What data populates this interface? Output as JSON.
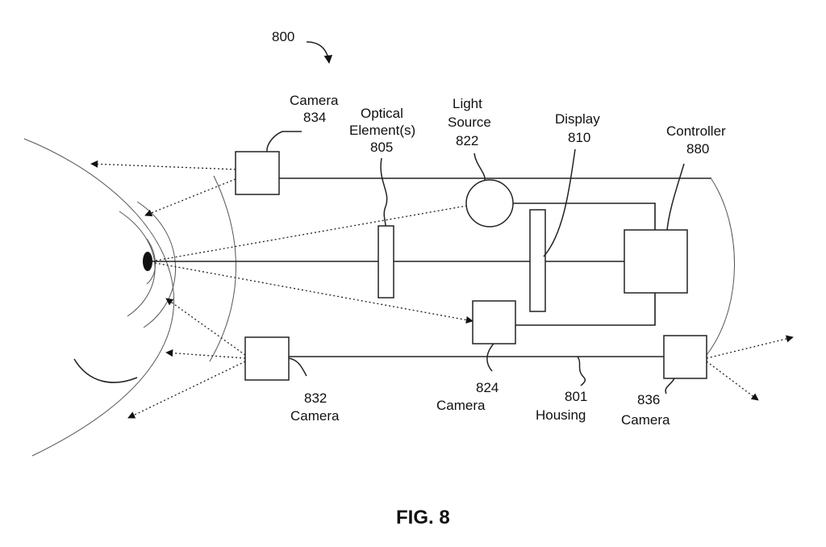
{
  "figure": {
    "ref_number": "800",
    "caption": "FIG. 8"
  },
  "labels": {
    "camera_834": [
      "Camera",
      "834"
    ],
    "optical_element_805": [
      "Optical",
      "Element(s)",
      "805"
    ],
    "light_source_822": [
      "Light",
      "Source",
      "822"
    ],
    "display_810": [
      "Display",
      "810"
    ],
    "controller_880": [
      "Controller",
      "880"
    ],
    "camera_832": [
      "832",
      "Camera"
    ],
    "camera_824": [
      "824",
      "Camera"
    ],
    "housing_801": [
      "801",
      "Housing"
    ],
    "camera_836": [
      "836",
      "Camera"
    ]
  }
}
